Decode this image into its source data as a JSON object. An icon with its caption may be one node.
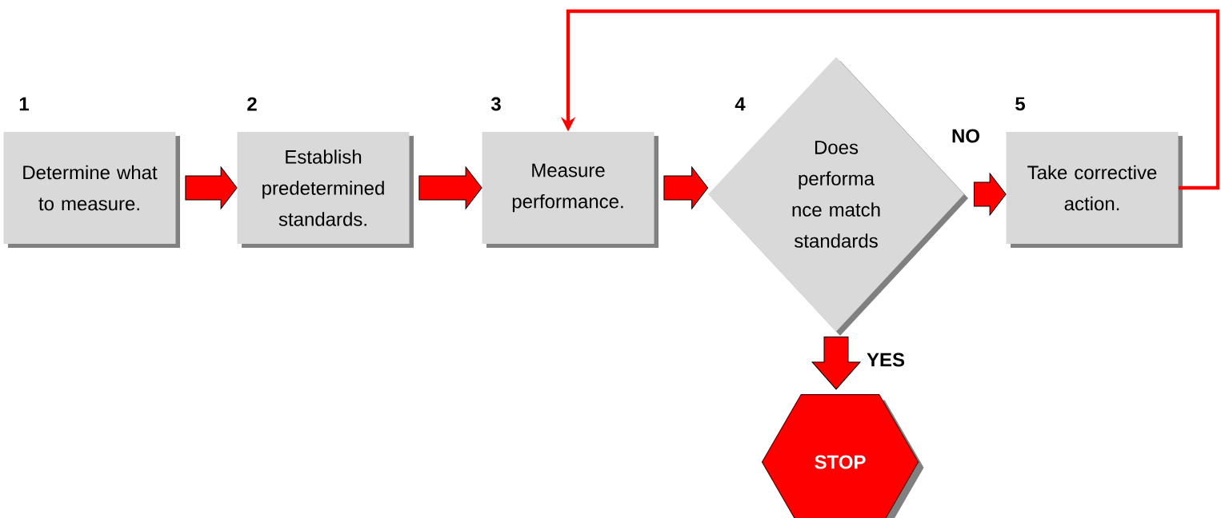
{
  "diagram": {
    "nodes": [
      {
        "text": [
          "1",
          "Determine what to measure."
        ]
      },
      {
        "text": [
          "2",
          "Establish predetermined standards."
        ]
      },
      {
        "text": [
          "3",
          "Measure performance."
        ]
      },
      {
        "text": [
          "4",
          "Does performa nce match standards"
        ]
      },
      {
        "text": [
          "5",
          "Take corrective action."
        ]
      },
      {
        "text": [
          "STOP"
        ]
      }
    ],
    "edges": [
      {
        "from": 0,
        "to": 1,
        "arrow": "to",
        "style": "thick"
      },
      {
        "from": 1,
        "to": 2,
        "arrow": "to",
        "style": "thick"
      },
      {
        "from": 2,
        "to": 3,
        "arrow": "to",
        "style": "thick"
      },
      {
        "from": 3,
        "to": 4,
        "arrow": "to",
        "style": "thick",
        "label": "NO"
      },
      {
        "from": 3,
        "to": 5,
        "arrow": "to",
        "style": "thick",
        "label": "YES"
      },
      {
        "from": 4,
        "to": 2,
        "arrow": "to"
      }
    ]
  }
}
